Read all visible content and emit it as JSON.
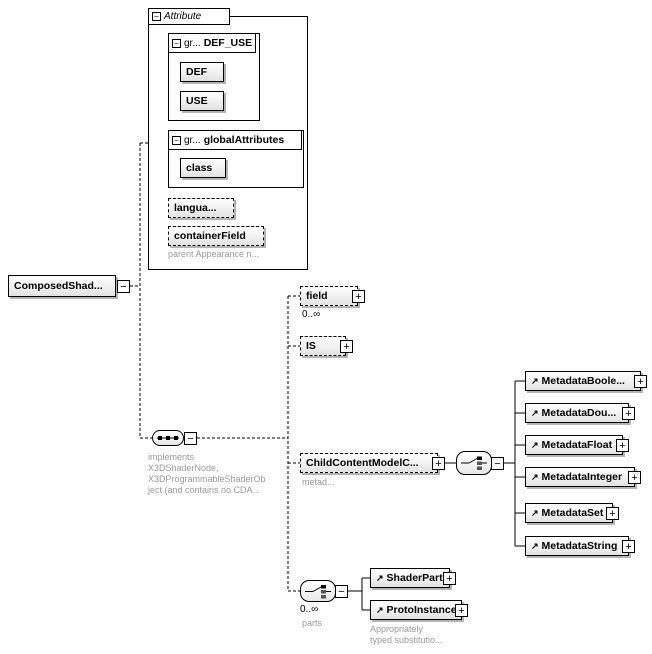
{
  "root": {
    "label": "ComposedShad..."
  },
  "attributes": {
    "title": "Attribute",
    "note": "parent Appearance n...",
    "def_use": {
      "prefix": "gr...",
      "label": "DEF_USE",
      "def": "DEF",
      "use": "USE"
    },
    "global": {
      "prefix": "gr...",
      "label": "globalAttributes",
      "class_attr": "class"
    },
    "language": "langua...",
    "container_field": "containerField"
  },
  "content": {
    "field": {
      "label": "field",
      "occurs": "0..∞"
    },
    "is_element": {
      "label": "IS"
    },
    "implements_note": "implements\nX3DShaderNode,\nX3DProgrammableShaderOb\nject (and contains no CDA...",
    "child_content": {
      "label": "ChildContentModelC...",
      "note": "metad..."
    },
    "metadata": [
      {
        "label": "MetadataBoole..."
      },
      {
        "label": "MetadataDou..."
      },
      {
        "label": "MetadataFloat"
      },
      {
        "label": "MetadataInteger"
      },
      {
        "label": "MetadataSet"
      },
      {
        "label": "MetadataString"
      }
    ],
    "parts": {
      "occurs": "0..∞",
      "note": "parts",
      "shader_part": "ShaderPart",
      "proto_instance": "ProtoInstance",
      "substitution_note": "Appropriately\ntyped substitutio..."
    }
  },
  "glyphs": {
    "minus": "−",
    "plus": "+",
    "ref": "↗"
  }
}
